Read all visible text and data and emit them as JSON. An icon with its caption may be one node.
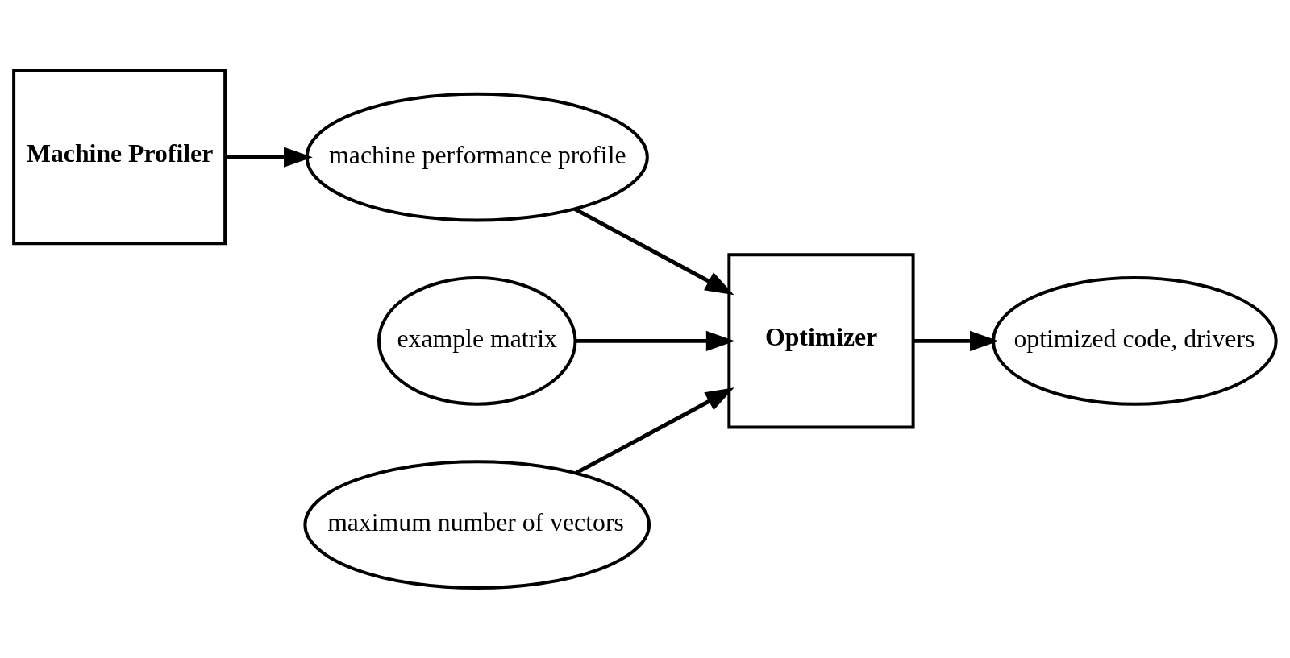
{
  "diagram": {
    "nodes": [
      {
        "text": [
          "Machine Profiler"
        ]
      },
      {
        "text": [
          "example matrix"
        ]
      },
      {
        "text": [
          "machine performance profile"
        ]
      },
      {
        "text": [
          "maximum number of vectors"
        ]
      },
      {
        "text": [
          "Optimizer"
        ]
      },
      {
        "text": [
          "optimized code, drivers"
        ]
      }
    ],
    "edges": [
      {
        "from": 0,
        "to": 2,
        "arrow": "to"
      },
      {
        "from": 1,
        "to": 4,
        "arrow": "to"
      },
      {
        "from": 2,
        "to": 4,
        "arrow": "to"
      },
      {
        "from": 3,
        "to": 4,
        "arrow": "to"
      },
      {
        "from": 4,
        "to": 5,
        "arrow": "to"
      }
    ]
  }
}
